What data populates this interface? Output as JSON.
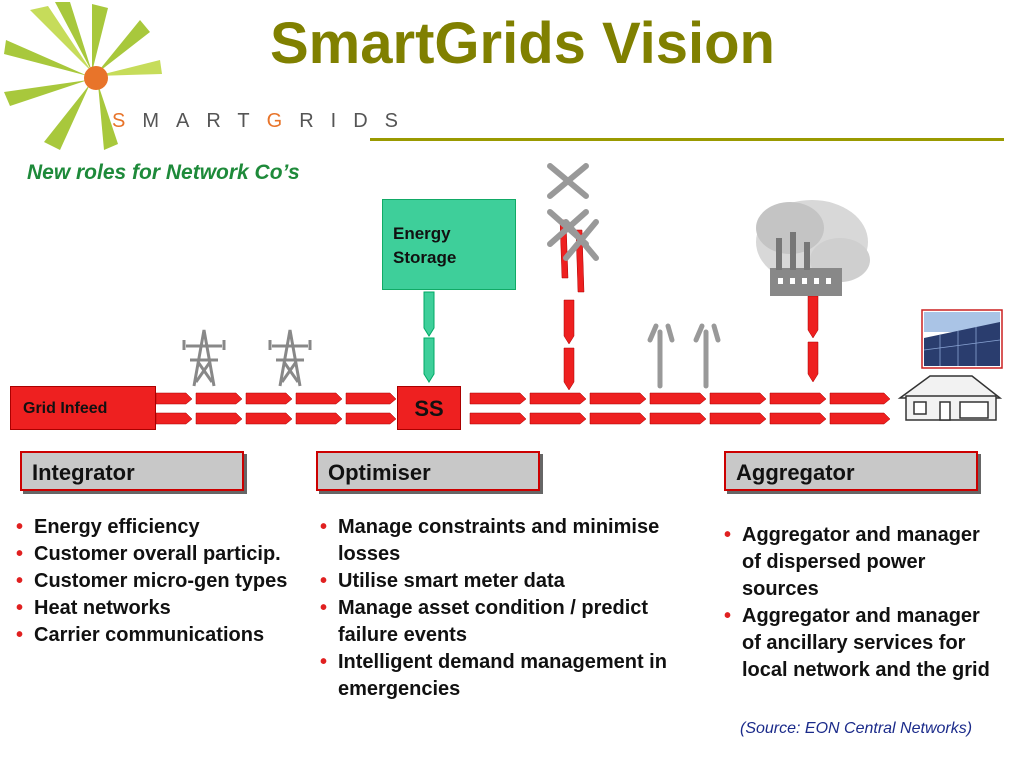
{
  "title": "SmartGrids Vision",
  "subtitle": "New roles for Network Co’s",
  "brand": {
    "s": "S",
    "part1": "MART",
    "g": "G",
    "part2": "RIDS"
  },
  "colors": {
    "title": "#808000",
    "subtitle": "#1e8a3a",
    "flow": "#ee2020",
    "storage": "#3ecf9a",
    "role_box": "#c8c8c8",
    "source": "#1a2a8a"
  },
  "diagram": {
    "grid_infeed": "Grid Infeed",
    "substation": "SS",
    "energy_storage_line1": "Energy",
    "energy_storage_line2": "Storage",
    "icons": [
      "pylon-icon",
      "pylon-icon",
      "wind-turbine-icon",
      "factory-icon",
      "solar-panel-icon",
      "house-icon",
      "telecom-mast-icon"
    ]
  },
  "roles": [
    {
      "label": "Integrator",
      "bullets": [
        "Energy efficiency",
        "Customer overall particip.",
        "Customer micro-gen types",
        "Heat networks",
        "Carrier communications"
      ]
    },
    {
      "label": "Optimiser",
      "bullets": [
        "Manage constraints and minimise losses",
        "Utilise smart meter data",
        "Manage asset condition / predict failure events",
        "Intelligent demand management in emergencies"
      ]
    },
    {
      "label": "Aggregator",
      "bullets": [
        "Aggregator and manager of dispersed power sources",
        "Aggregator and manager of ancillary services for local network and the grid"
      ]
    }
  ],
  "source": "(Source: EON Central Networks)"
}
